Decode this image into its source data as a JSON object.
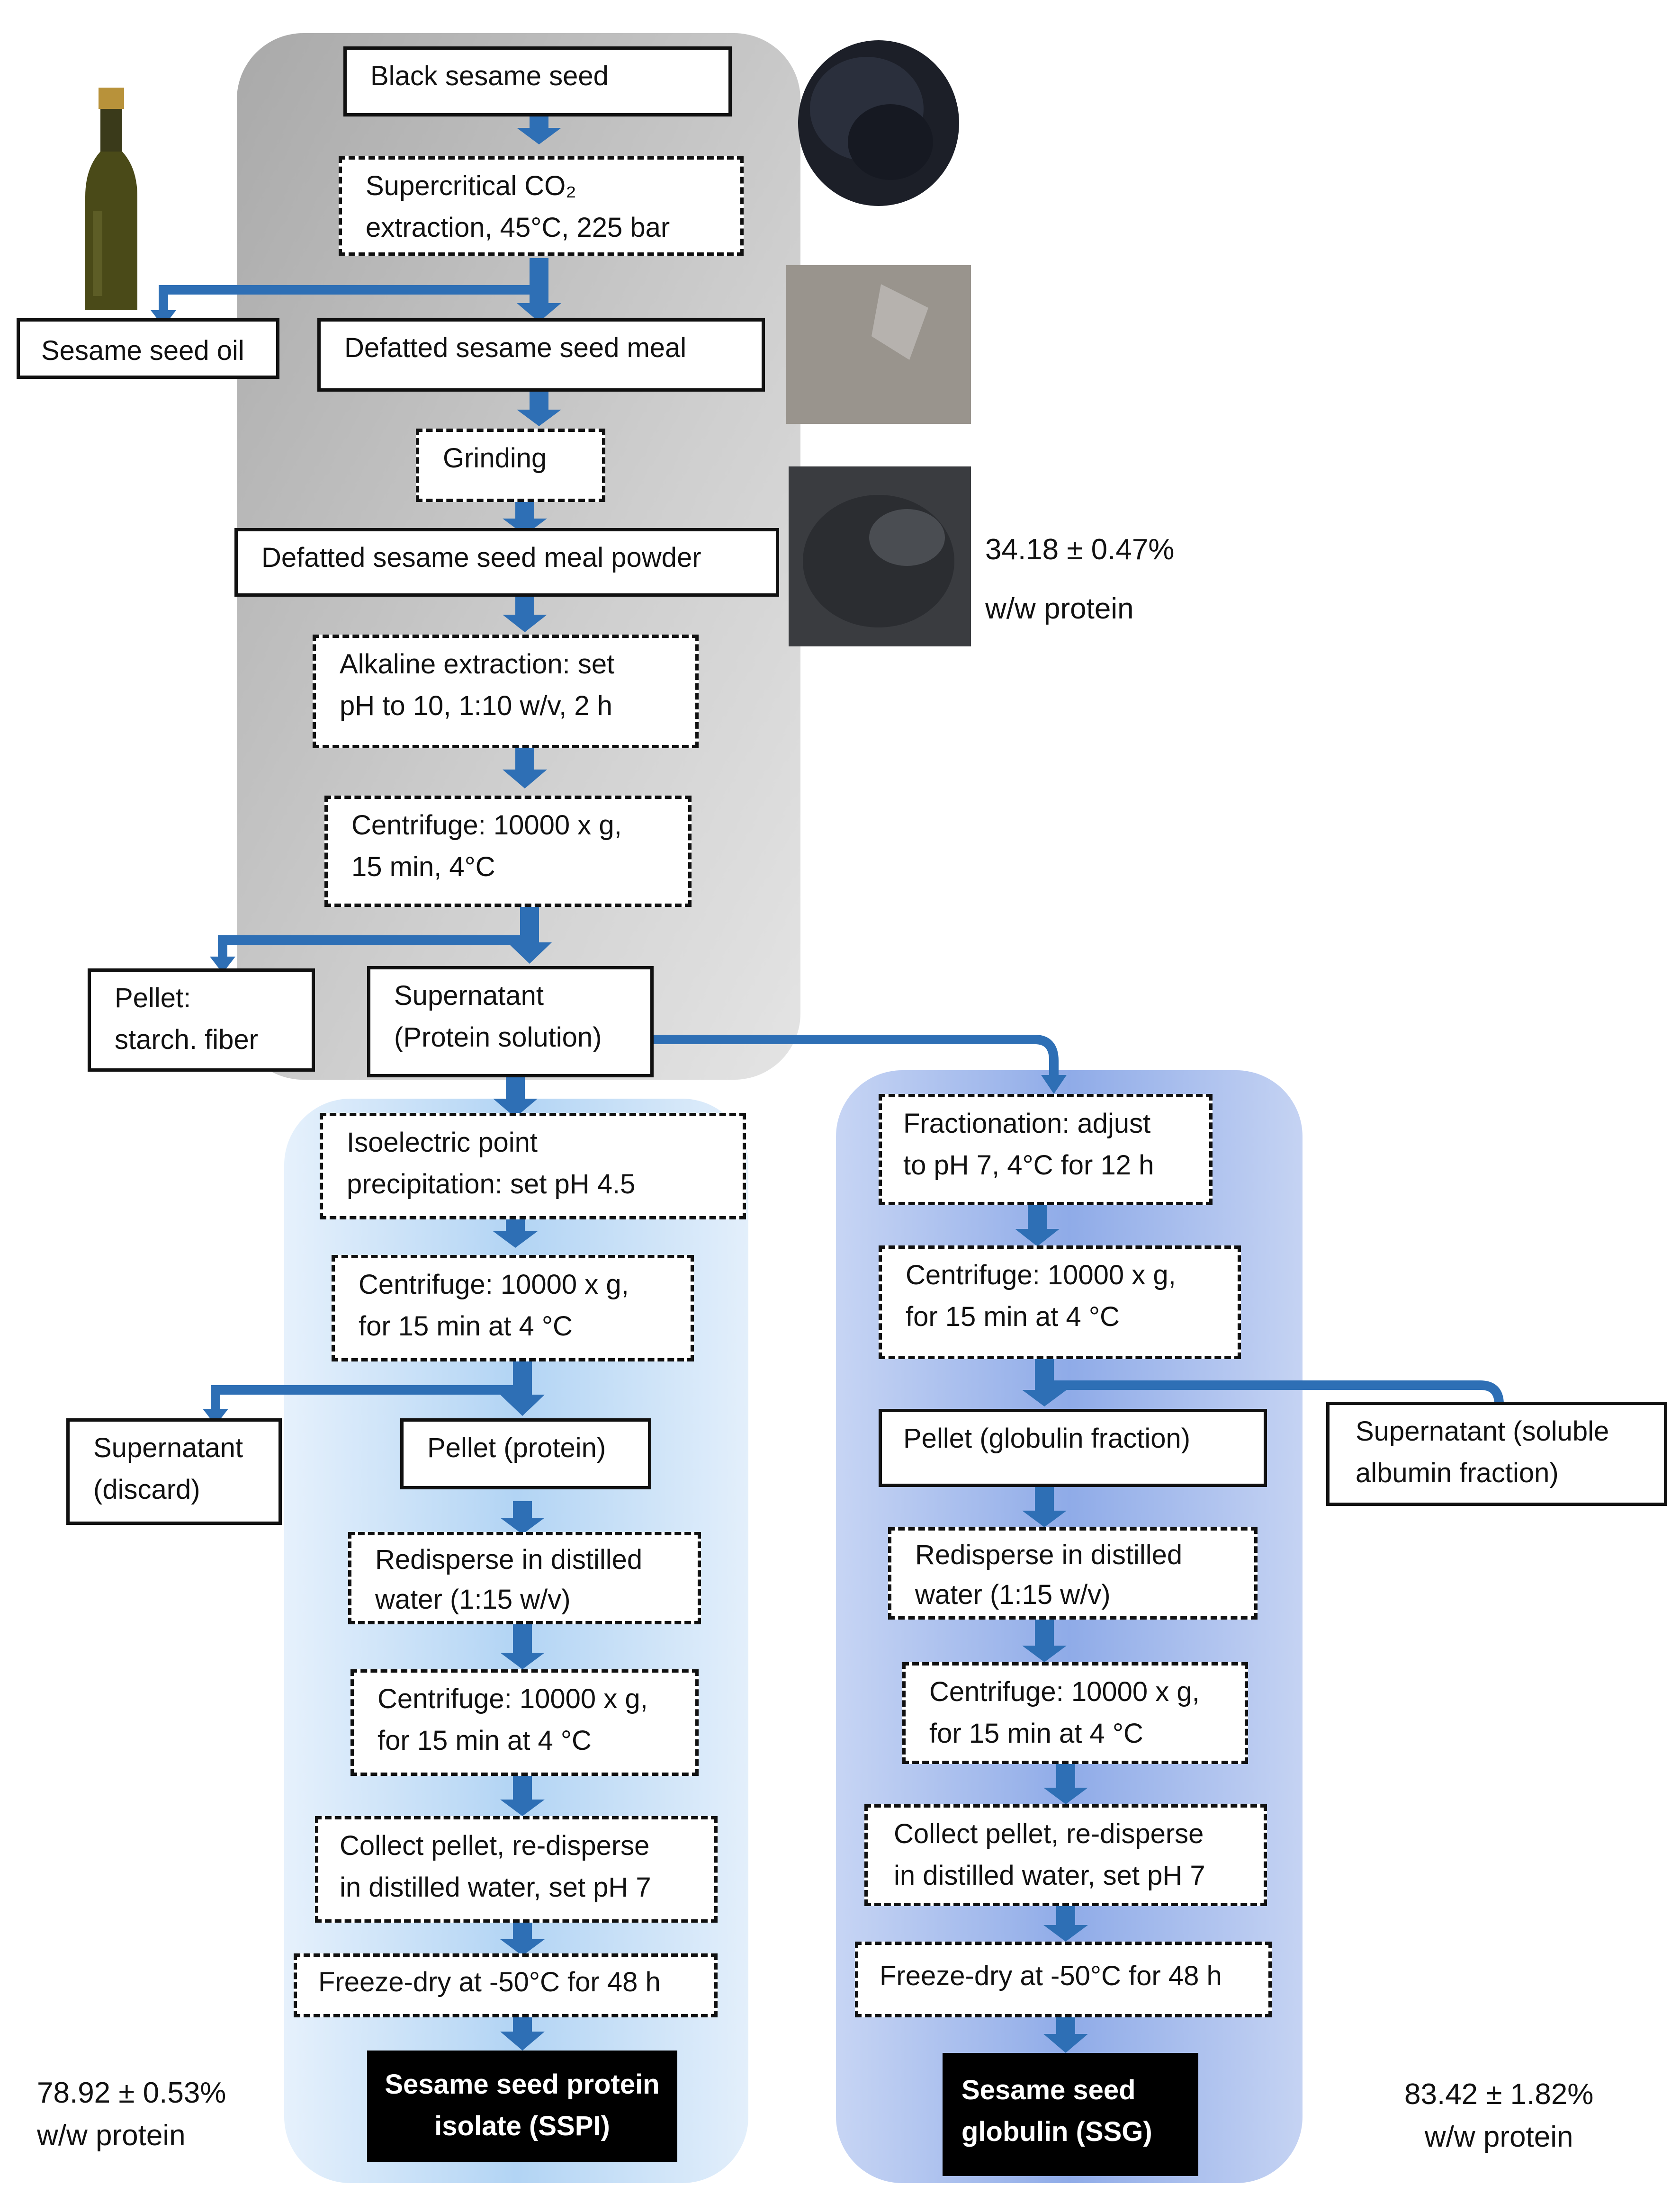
{
  "steps": {
    "black_seed": "Black sesame seed",
    "sc_co2_l1": "Supercritical CO₂",
    "sc_co2_l2": "extraction, 45°C, 225 bar",
    "seed_oil": "Sesame seed oil",
    "defatted_meal": "Defatted sesame seed  meal",
    "grinding": "Grinding",
    "meal_powder": "Defatted sesame seed meal powder",
    "alk_l1": "Alkaline extraction: set",
    "alk_l2": "pH to 10, 1:10 w/v, 2 h",
    "cent1_l1": "Centrifuge: 10000 x g,",
    "cent1_l2": "15 min, 4°C",
    "pellet_l1": "Pellet:",
    "pellet_l2": "starch. fiber",
    "super_l1": "Supernatant",
    "super_l2": "(Protein solution)"
  },
  "left_branch": {
    "iep_l1": "Isoelectric point",
    "iep_l2": "precipitation: set pH 4.5",
    "cent_l1": "Centrifuge: 10000 x g,",
    "cent_l2": "for 15 min at 4 °C",
    "discard_l1": "Supernatant",
    "discard_l2": "(discard)",
    "pellet": "Pellet (protein)",
    "redisp_l1": "Redisperse in distilled",
    "redisp_l2": "water (1:15 w/v)",
    "cent2_l1": "Centrifuge: 10000 x g,",
    "cent2_l2": "for 15 min at 4 °C",
    "collect_l1": "Collect pellet, re-disperse",
    "collect_l2": "in distilled water, set pH 7",
    "freeze": "Freeze-dry at -50°C for 48 h",
    "final_l1": "Sesame seed protein",
    "final_l2": "isolate (SSPI)",
    "yield_l1": "78.92 ± 0.53%",
    "yield_l2": "w/w protein"
  },
  "right_branch": {
    "frac_l1": "Fractionation: adjust",
    "frac_l2": "to pH 7, 4°C for 12 h",
    "cent_l1": "Centrifuge: 10000 x g,",
    "cent_l2": "for 15 min at 4 °C",
    "pellet": "Pellet (globulin fraction)",
    "albumin_l1": "Supernatant (soluble",
    "albumin_l2": "albumin fraction)",
    "redisp_l1": "Redisperse in distilled",
    "redisp_l2": "water (1:15 w/v)",
    "cent2_l1": "Centrifuge: 10000 x g,",
    "cent2_l2": "for 15 min at 4 °C",
    "collect_l1": "Collect pellet, re-disperse",
    "collect_l2": "in distilled water, set pH 7",
    "freeze": "Freeze-dry at -50°C for 48 h",
    "final_l1": "Sesame seed",
    "final_l2": "globulin (SSG)",
    "yield_l1": "83.42 ± 1.82%",
    "yield_l2": "w/w protein"
  },
  "meal_protein": {
    "l1": "34.18 ± 0.47%",
    "l2": "w/w protein"
  },
  "colors": {
    "arrow": "#2e6fb5",
    "grey_panel": "#c8c8c8",
    "left_panel": "#bcd9f4",
    "right_panel": "#9db6ea"
  }
}
